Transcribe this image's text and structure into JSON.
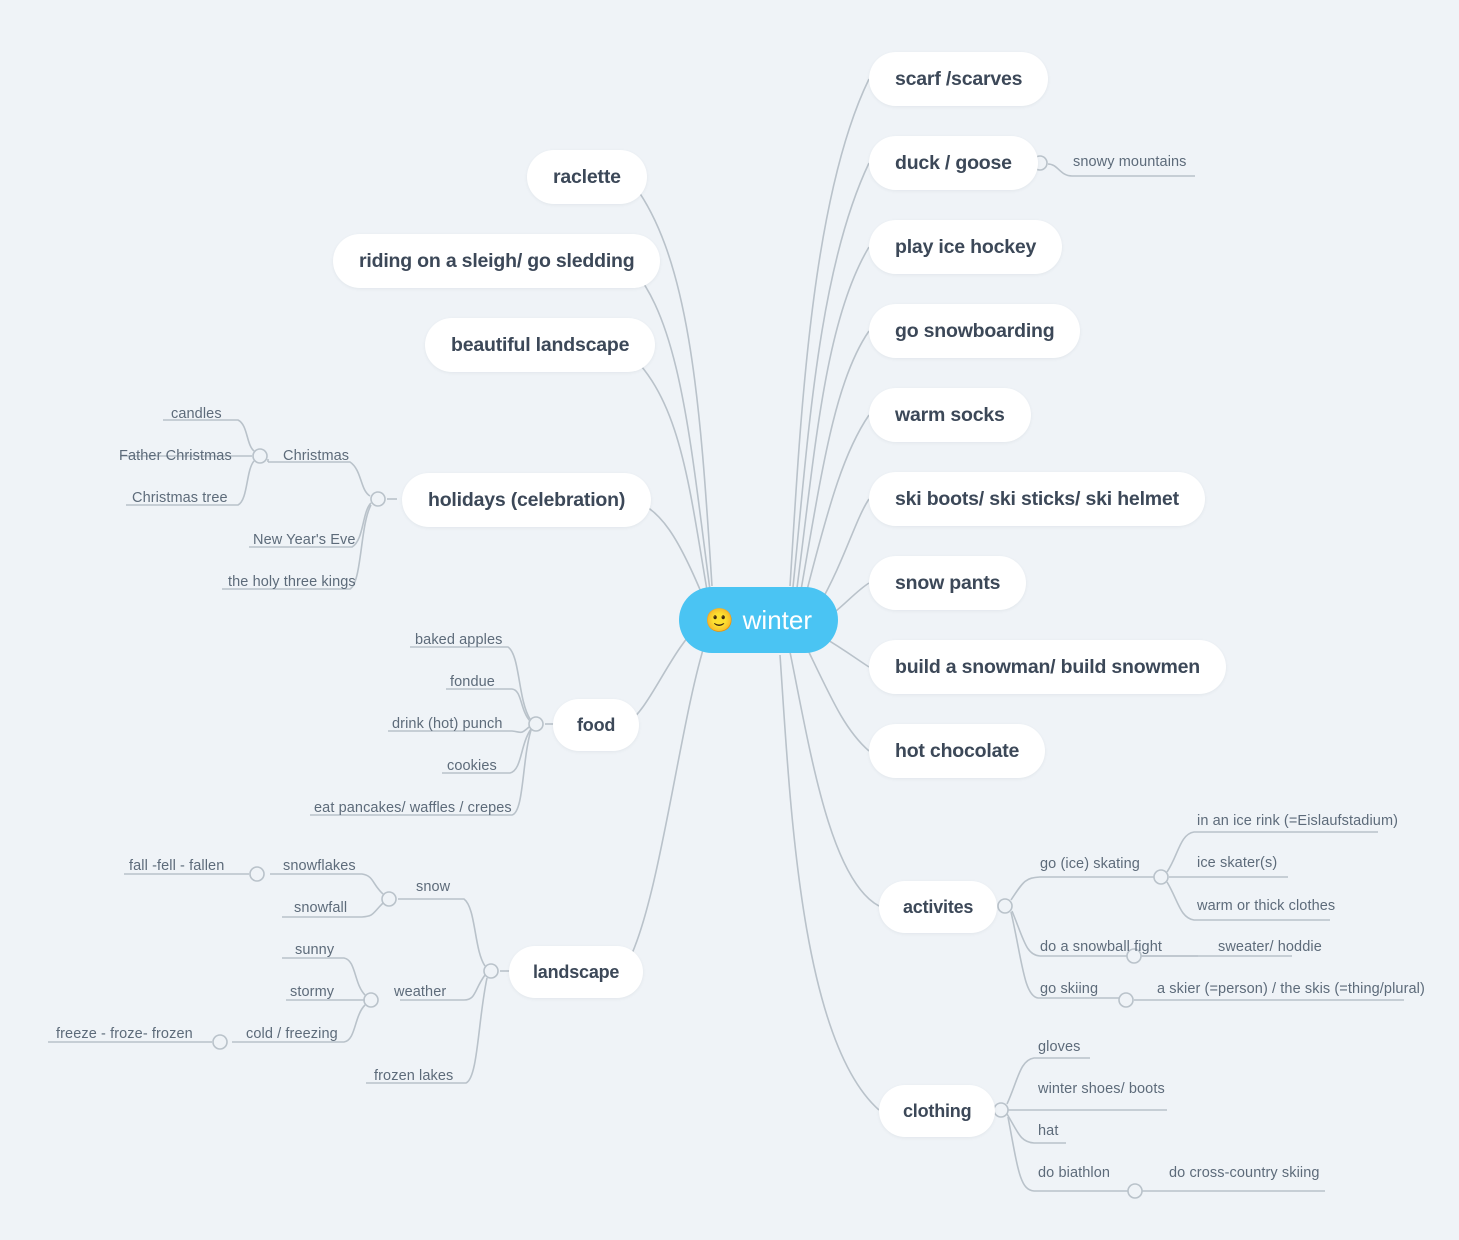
{
  "theme": {
    "background": "#eff3f7",
    "root_fill": "#4ac4f3",
    "root_text": "#ffffff",
    "pill_fill": "#ffffff",
    "pill_text": "#3c4858",
    "leaf_text": "#5d6b7a",
    "edge_stroke": "#b9c2ca"
  },
  "root": {
    "emoji": "🙂",
    "label": "winter"
  },
  "right_branches": [
    {
      "label": "scarf /scarves"
    },
    {
      "label": "duck / goose"
    },
    {
      "label": "play ice hockey"
    },
    {
      "label": "go snowboarding"
    },
    {
      "label": "warm socks"
    },
    {
      "label": "ski boots/ ski sticks/ ski helmet"
    },
    {
      "label": "snow pants"
    },
    {
      "label": "build a snowman/ build snowmen"
    },
    {
      "label": "hot chocolate"
    }
  ],
  "duck_child": {
    "label": "snowy mountains"
  },
  "left_branches": [
    {
      "label": "raclette"
    },
    {
      "label": "riding on a sleigh/ go sledding"
    },
    {
      "label": "beautiful landscape"
    }
  ],
  "holidays": {
    "label": "holidays (celebration)",
    "children": [
      {
        "label": "Christmas"
      },
      {
        "label": "New Year's Eve"
      },
      {
        "label": "the holy three kings"
      }
    ],
    "christmas_children": [
      {
        "label": "candles"
      },
      {
        "label": "Father Christmas"
      },
      {
        "label": "Christmas tree"
      }
    ]
  },
  "food": {
    "label": "food",
    "children": [
      {
        "label": "baked apples"
      },
      {
        "label": "fondue"
      },
      {
        "label": "drink (hot) punch"
      },
      {
        "label": "cookies"
      },
      {
        "label": "eat pancakes/ waffles / crepes"
      }
    ]
  },
  "landscape": {
    "label": "landscape",
    "children": [
      {
        "label": "snow"
      },
      {
        "label": "weather"
      },
      {
        "label": "frozen lakes"
      }
    ],
    "snow_children": [
      {
        "label": "snowflakes"
      },
      {
        "label": "snowfall"
      }
    ],
    "snowflakes_child": {
      "label": "fall -fell - fallen"
    },
    "weather_children": [
      {
        "label": "sunny"
      },
      {
        "label": "stormy"
      },
      {
        "label": "cold / freezing"
      }
    ],
    "cold_child": {
      "label": "freeze - froze- frozen"
    }
  },
  "activites": {
    "label": "activites",
    "children": [
      {
        "label": "go (ice) skating"
      },
      {
        "label": "do a snowball fight"
      },
      {
        "label": "go skiing"
      }
    ],
    "skating_children": [
      {
        "label": "in an ice rink (=Eislaufstadium)"
      },
      {
        "label": "ice skater(s)"
      },
      {
        "label": "warm or thick clothes"
      }
    ],
    "snowball_child": {
      "label": "sweater/ hoddie"
    },
    "skiing_child": {
      "label": "a skier (=person) / the skis (=thing/plural)"
    }
  },
  "clothing": {
    "label": "clothing",
    "children": [
      {
        "label": "gloves"
      },
      {
        "label": "winter shoes/ boots"
      },
      {
        "label": "hat"
      },
      {
        "label": "do biathlon"
      }
    ],
    "biathlon_child": {
      "label": "do cross-country skiing"
    }
  }
}
